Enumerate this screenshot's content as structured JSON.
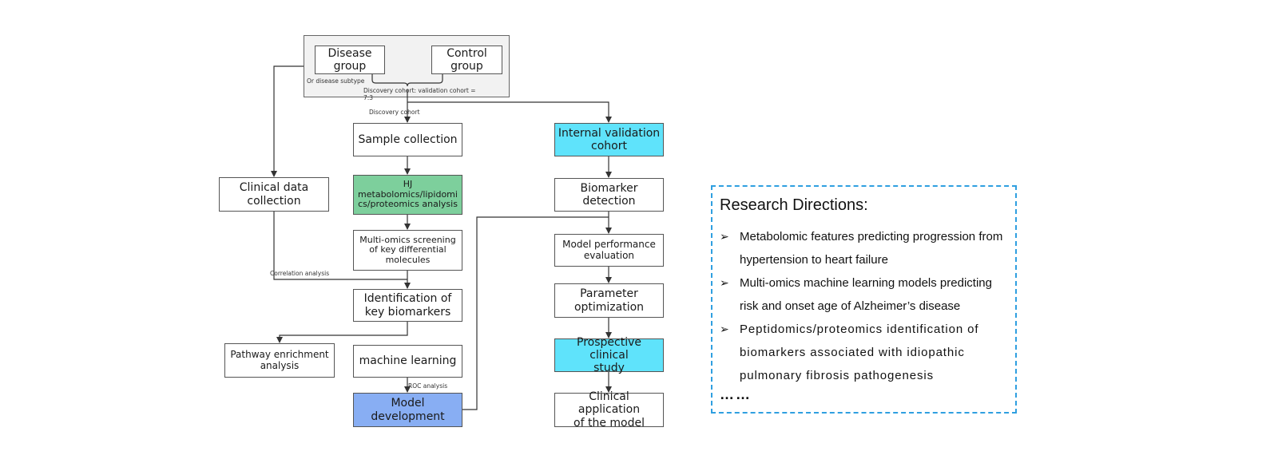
{
  "cohort": {
    "disease_group": "Disease\ngroup",
    "control_group": "Control\ngroup",
    "subtype_note": "Or disease subtype",
    "ratio_note": "Discovery cohort: validation cohort =\n7:3"
  },
  "edge_labels": {
    "discovery_cohort": "Discovery cohort",
    "correlation_analysis": "Correlation analysis",
    "roc_analysis": "ROC analysis"
  },
  "nodes": {
    "sample_collection": "Sample collection",
    "hj_analysis": "HJ\nmetabolomics/lipidomi\ncs/proteomics analysis",
    "multi_omics_screening": "Multi-omics screening\nof key differential\nmolecules",
    "identification": "Identification of\nkey biomarkers",
    "machine_learning": "machine learning",
    "model_development": "Model\ndevelopment",
    "clinical_data": "Clinical data\ncollection",
    "pathway": "Pathway enrichment\nanalysis",
    "internal_validation": "Internal validation\ncohort",
    "biomarker_detection": "Biomarker\ndetection",
    "model_performance": "Model performance\nevaluation",
    "parameter_optimization": "Parameter\noptimization",
    "prospective_study": "Prospective clinical\nstudy",
    "clinical_application": "Clinical application\nof the model"
  },
  "colors": {
    "hj_analysis": "#7dcf9c",
    "validation": "#5fe3fb",
    "model_development": "#88aef3",
    "research_border": "#2f9fe0"
  },
  "research": {
    "title": "Research Directions:",
    "bullet": "➢",
    "items": [
      "Metabolomic features predicting progression from hypertension to heart failure",
      "Multi-omics machine learning models predicting risk and onset age of Alzheimer’s disease",
      "Peptidomics/proteomics identification of biomarkers associated with idiopathic pulmonary fibrosis pathogenesis"
    ],
    "more": "……"
  }
}
